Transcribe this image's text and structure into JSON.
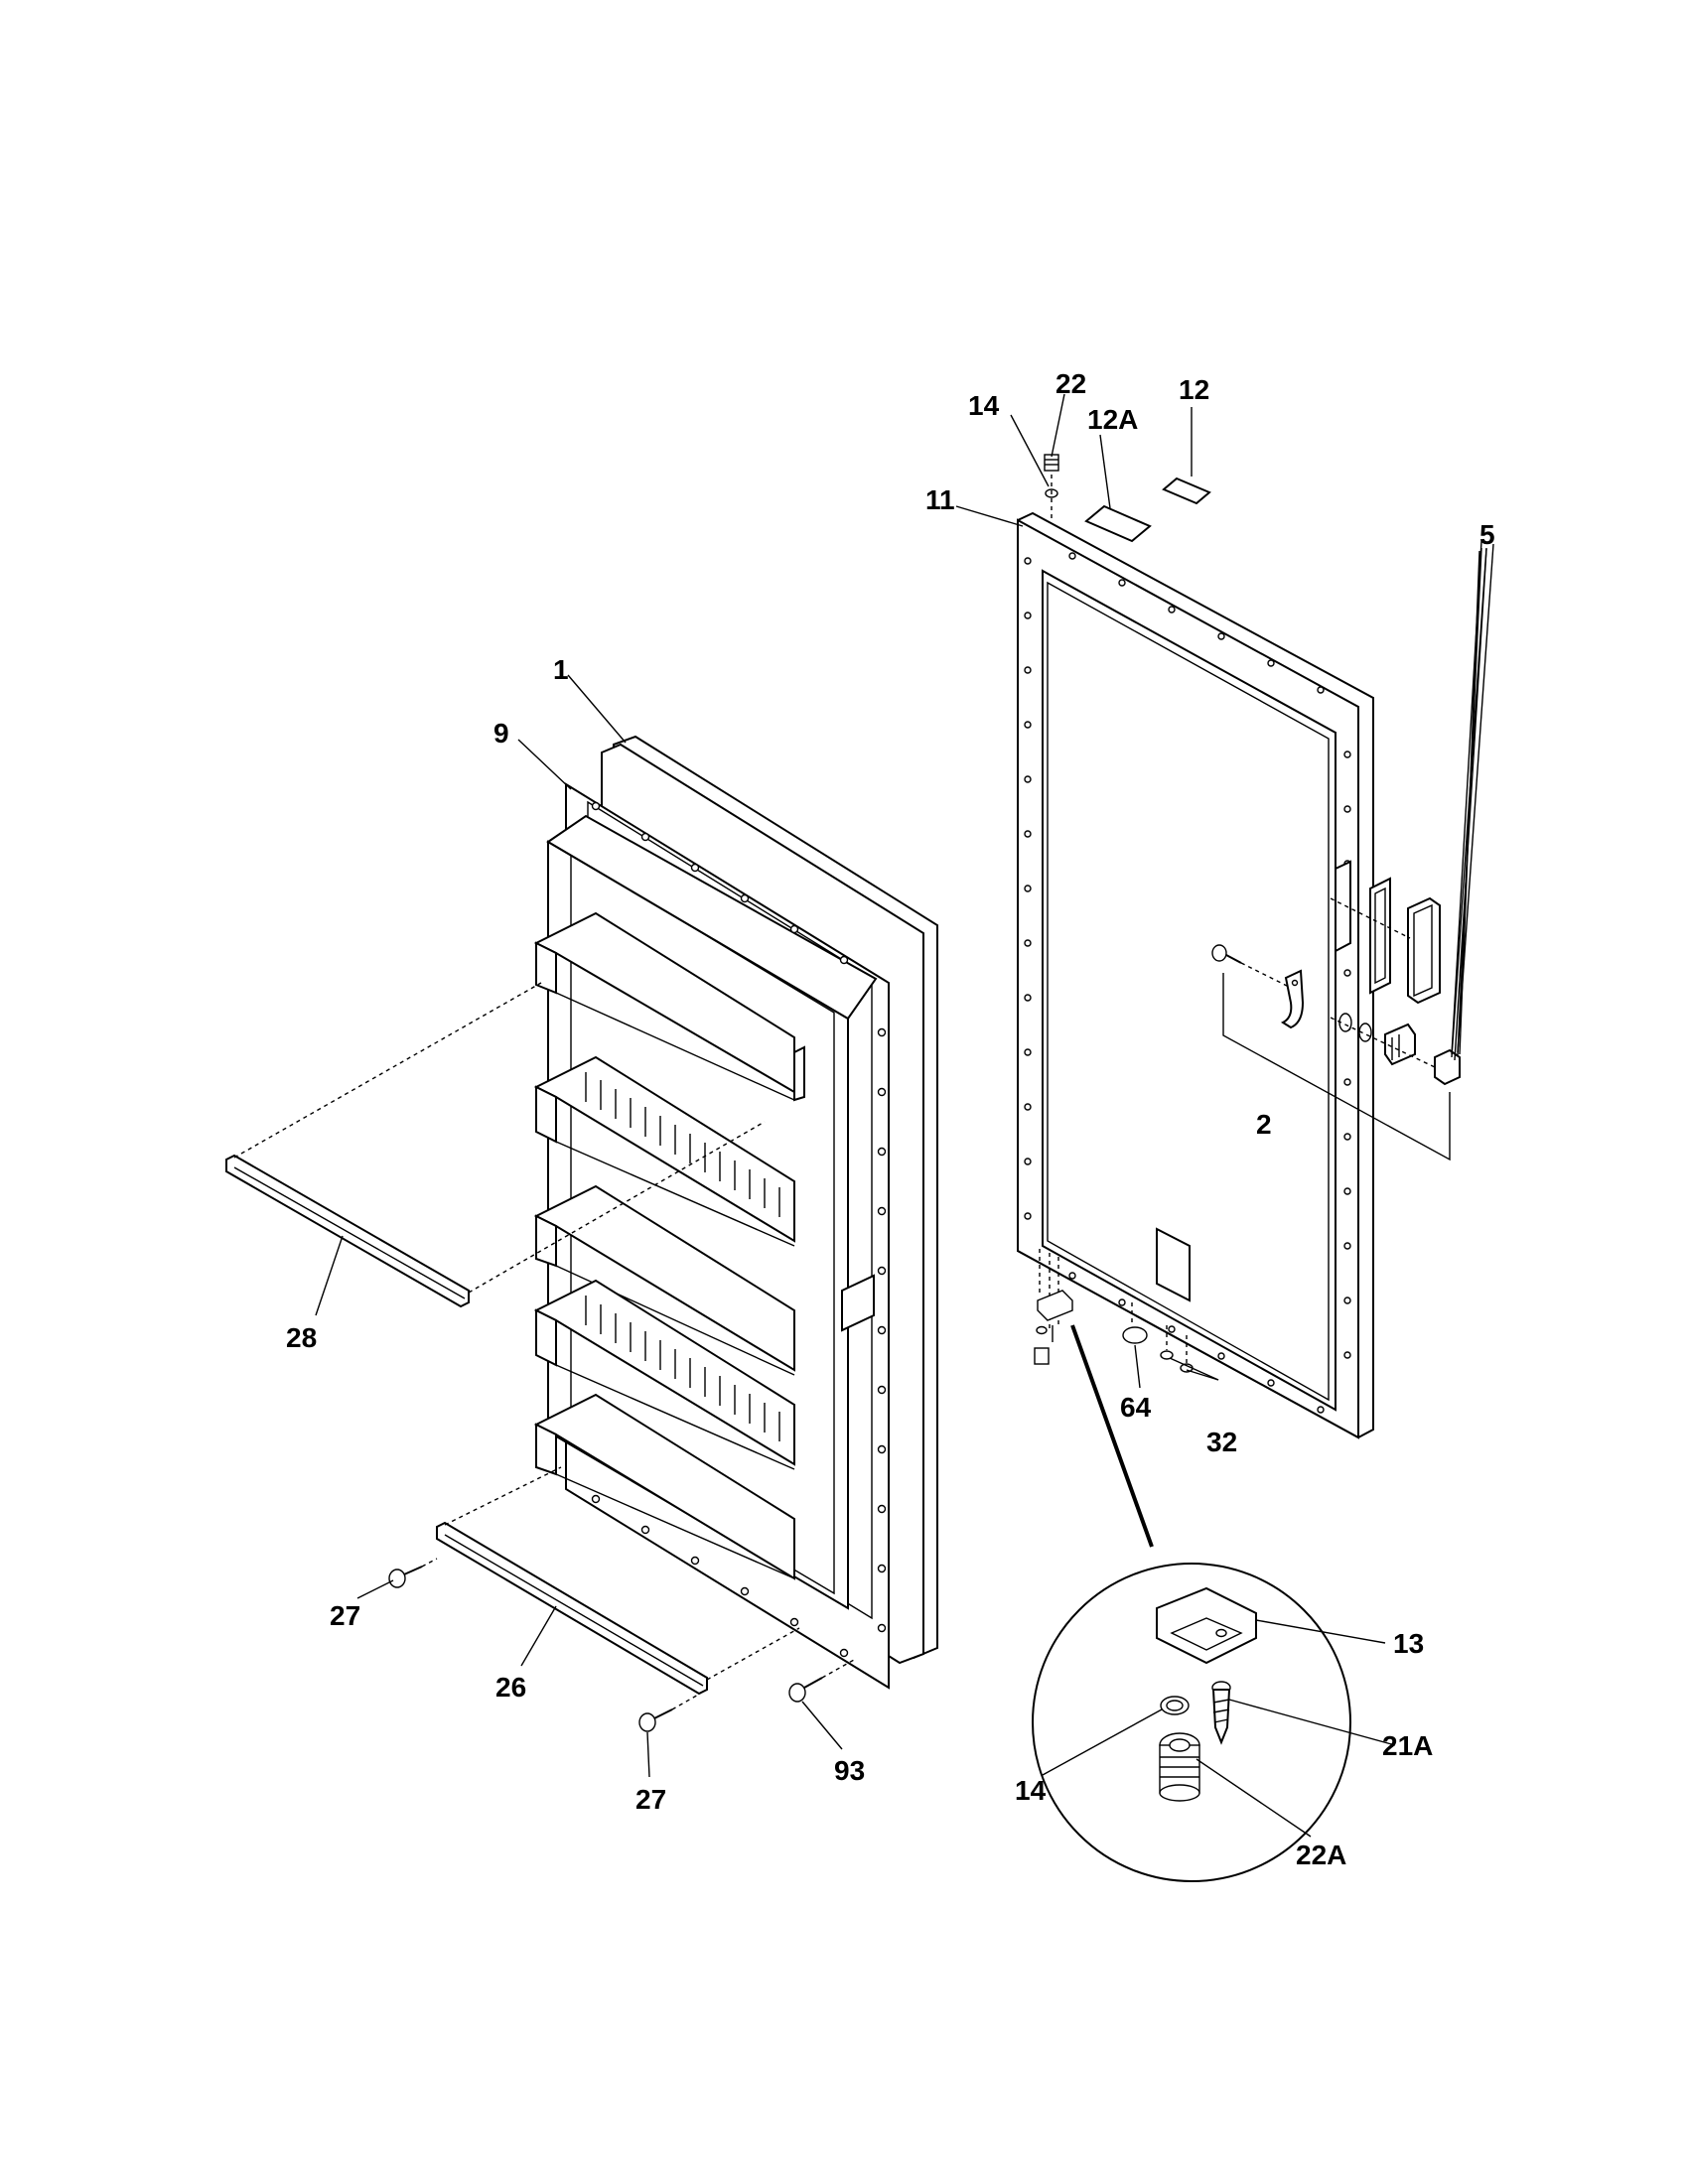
{
  "callouts": {
    "c1": "1",
    "c9": "9",
    "c28": "28",
    "c27a": "27",
    "c26": "26",
    "c27b": "27",
    "c93": "93",
    "c22": "22",
    "c14a": "14",
    "c12a": "12A",
    "c12": "12",
    "c11": "11",
    "c5": "5",
    "c2": "2",
    "c64": "64",
    "c32": "32",
    "c13": "13",
    "c21a": "21A",
    "c14b": "14",
    "c22a": "22A"
  }
}
